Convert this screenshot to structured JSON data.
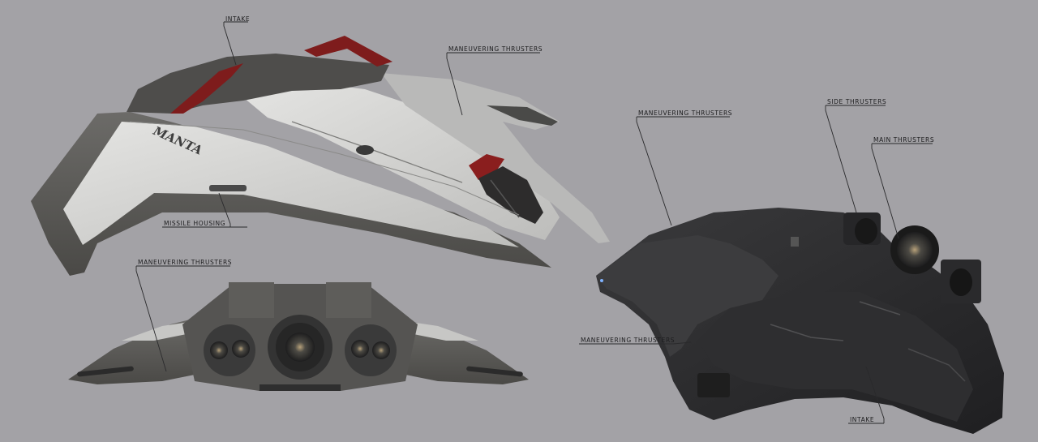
{
  "colors": {
    "background": "#a3a2a6",
    "hull_white": "#d9d9d7",
    "hull_grey": "#5e5d5a",
    "hull_dark": "#2b2b2d",
    "accent_red": "#7e1c1c",
    "label_ink": "#1c1c1e"
  },
  "ships": {
    "top_view": {
      "callouts": {
        "intake": "INTAKE",
        "maneuvering_thrusters": "MANEUVERING THRUSTERS",
        "missile_housing": "MISSILE HOUSING"
      },
      "hull_marking": "MANTA"
    },
    "rear_view": {
      "callouts": {
        "maneuvering_thrusters": "MANEUVERING THRUSTERS"
      }
    },
    "underside_view": {
      "callouts": {
        "maneuvering_thrusters_top": "MANEUVERING THRUSTERS",
        "side_thrusters": "SIDE THRUSTERS",
        "main_thrusters": "MAIN THRUSTERS",
        "maneuvering_thrusters_bottom": "MANEUVERING THRUSTERS",
        "intake": "INTAKE"
      }
    }
  }
}
